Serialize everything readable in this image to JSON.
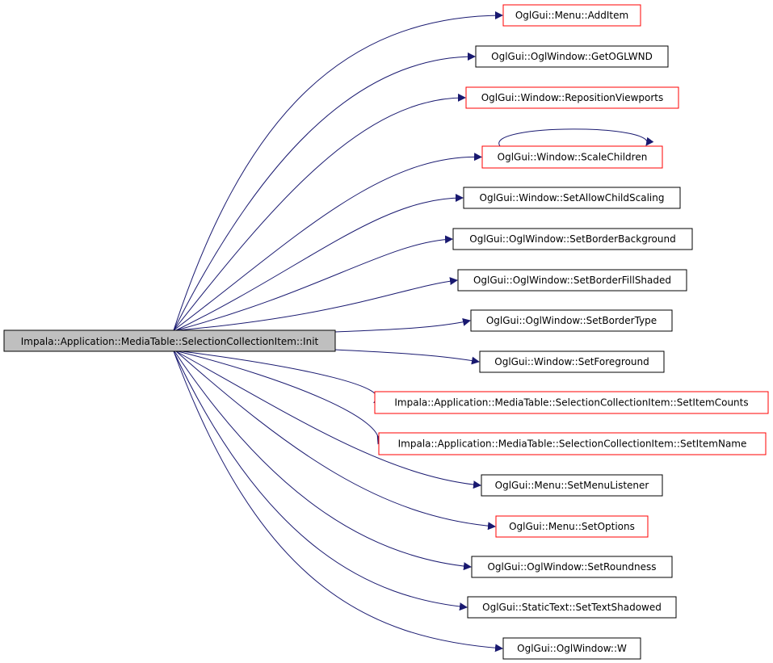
{
  "root": {
    "label": "Impala::Application::MediaTable::SelectionCollectionItem::Init",
    "fill": "#bfbfbf"
  },
  "colors": {
    "edge": "#191970",
    "border_default": "#000000",
    "border_highlight": "#ff0000"
  },
  "targets": [
    {
      "label": "OglGui::Menu::AddItem",
      "highlight": true
    },
    {
      "label": "OglGui::OglWindow::GetOGLWND",
      "highlight": false
    },
    {
      "label": "OglGui::Window::RepositionViewports",
      "highlight": true
    },
    {
      "label": "OglGui::Window::ScaleChildren",
      "highlight": true,
      "self_loop": true
    },
    {
      "label": "OglGui::Window::SetAllowChildScaling",
      "highlight": false
    },
    {
      "label": "OglGui::OglWindow::SetBorderBackground",
      "highlight": false
    },
    {
      "label": "OglGui::OglWindow::SetBorderFillShaded",
      "highlight": false
    },
    {
      "label": "OglGui::OglWindow::SetBorderType",
      "highlight": false
    },
    {
      "label": "OglGui::Window::SetForeground",
      "highlight": false
    },
    {
      "label": "Impala::Application::MediaTable::SelectionCollectionItem::SetItemCounts",
      "highlight": true
    },
    {
      "label": "Impala::Application::MediaTable::SelectionCollectionItem::SetItemName",
      "highlight": true
    },
    {
      "label": "OglGui::Menu::SetMenuListener",
      "highlight": false
    },
    {
      "label": "OglGui::Menu::SetOptions",
      "highlight": true
    },
    {
      "label": "OglGui::OglWindow::SetRoundness",
      "highlight": false
    },
    {
      "label": "OglGui::StaticText::SetTextShadowed",
      "highlight": false
    },
    {
      "label": "OglGui::OglWindow::W",
      "highlight": false
    }
  ]
}
